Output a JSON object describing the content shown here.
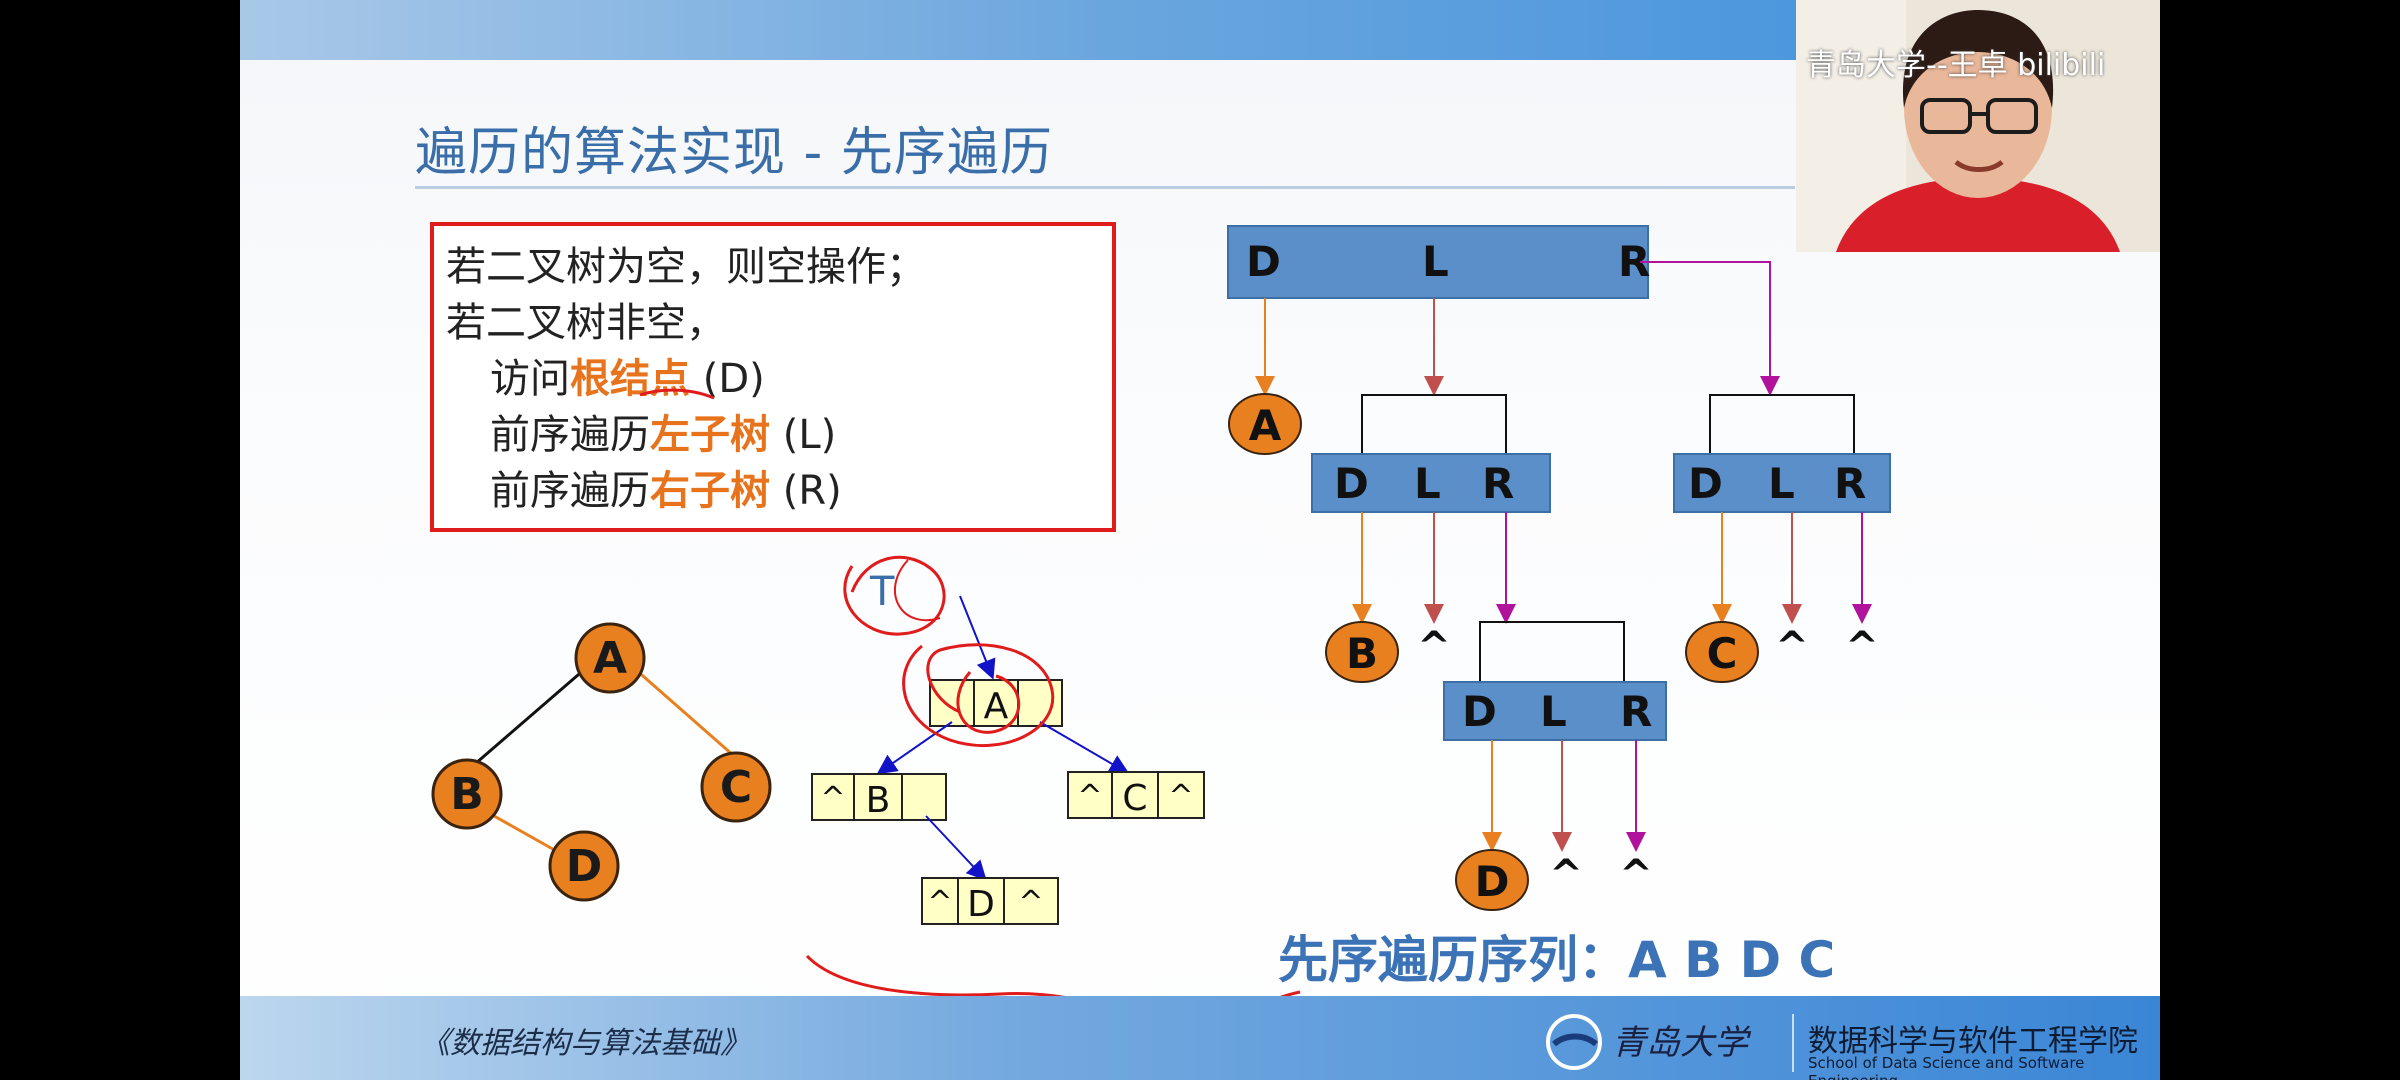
{
  "slide": {
    "title": "遍历的算法实现 - 先序遍历",
    "algorithm": {
      "l1": "若二叉树为空，则空操作；",
      "l2": "若二叉树非空，",
      "l3_pre": "访问",
      "l3_hl": "根结点",
      "l3_post": " (D)",
      "l4_pre": "前序遍历",
      "l4_hl": "左子树",
      "l4_post": " (L)",
      "l5_pre": "前序遍历",
      "l5_hl": "右子树",
      "l5_post": " (R)"
    },
    "tree": {
      "nodes": [
        "A",
        "B",
        "C",
        "D"
      ]
    },
    "linked": {
      "root_pointer": "T",
      "null": "^",
      "a": "A",
      "b": "B",
      "c": "C",
      "d": "D"
    },
    "recursion": {
      "d": "D",
      "l": "L",
      "r": "R",
      "visited": [
        "A",
        "B",
        "C",
        "D"
      ],
      "null": "^"
    },
    "sequence": "先序遍历序列：A  B  D  C"
  },
  "footer": {
    "book": "《数据结构与算法基础》",
    "university": "青岛大学",
    "school_cn": "数据科学与软件工程学院",
    "school_en": "School of Data Science and Software Engineering"
  },
  "webcam": {
    "watermark": "青岛大学--王卓",
    "platform": "bilibili"
  },
  "colors": {
    "title": "#3a6ea8",
    "highlight": "#e7731c",
    "node_fill": "#e98020",
    "box_fill": "#5b8fc9",
    "pointer": "#1212c8",
    "ink": "#e01b1b",
    "magenta": "#b0129b"
  }
}
